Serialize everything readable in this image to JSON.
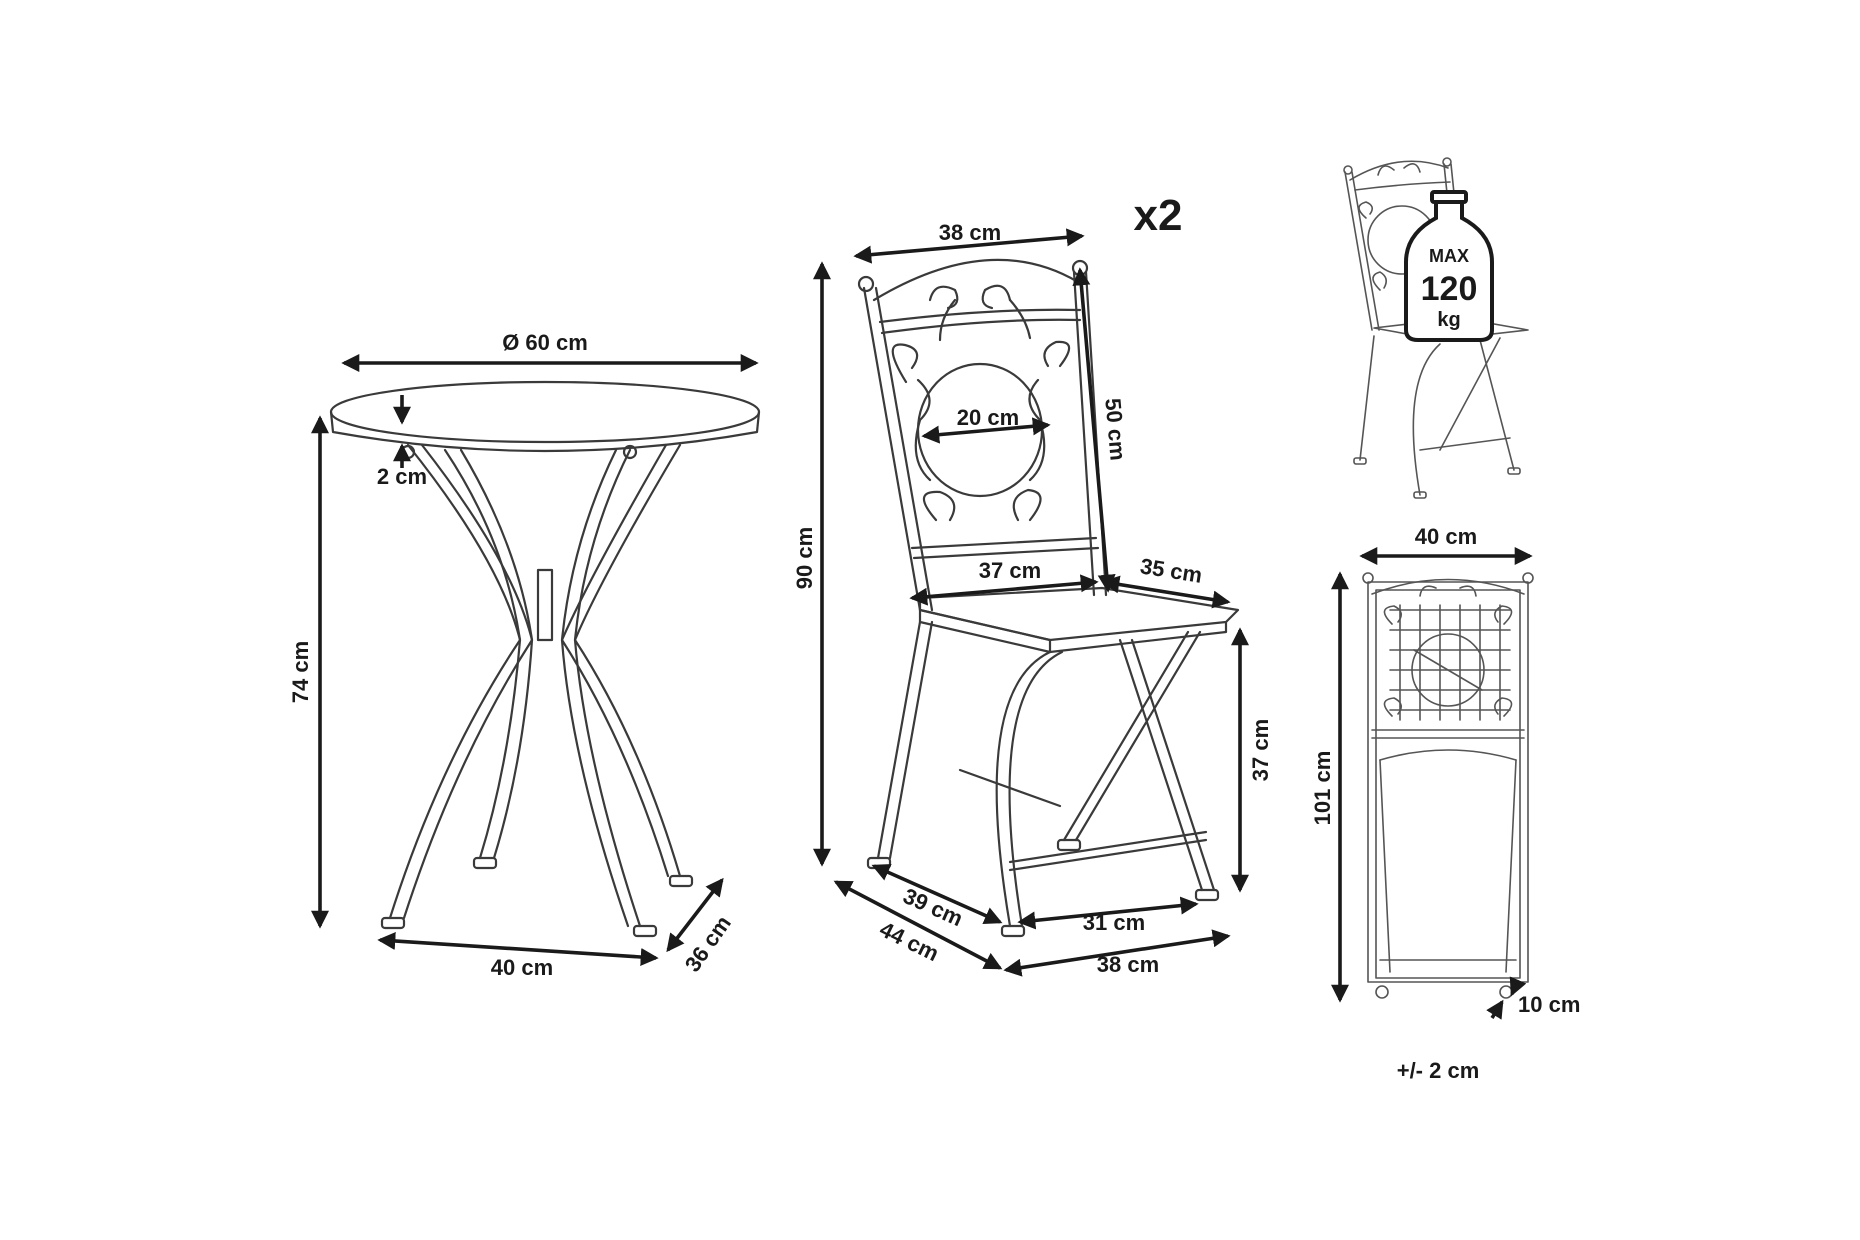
{
  "multiplier": "x2",
  "tolerance": "+/- 2 cm",
  "table": {
    "diameter": "Ø 60 cm",
    "top_thickness": "2 cm",
    "height": "74 cm",
    "base_width": "40 cm",
    "base_depth": "36 cm"
  },
  "chair": {
    "back_width": "38 cm",
    "back_height": "50 cm",
    "mosaic_diameter": "20 cm",
    "total_height": "90 cm",
    "seat_width": "37 cm",
    "seat_depth": "35 cm",
    "seat_height": "37 cm",
    "leg_depth_inner": "39 cm",
    "leg_depth_outer": "44 cm",
    "leg_width_inner": "31 cm",
    "leg_width_outer": "38 cm"
  },
  "load": {
    "max_label": "MAX",
    "value": "120",
    "unit": "kg"
  },
  "folded_chair": {
    "width": "40 cm",
    "height": "101 cm",
    "depth": "10 cm"
  }
}
